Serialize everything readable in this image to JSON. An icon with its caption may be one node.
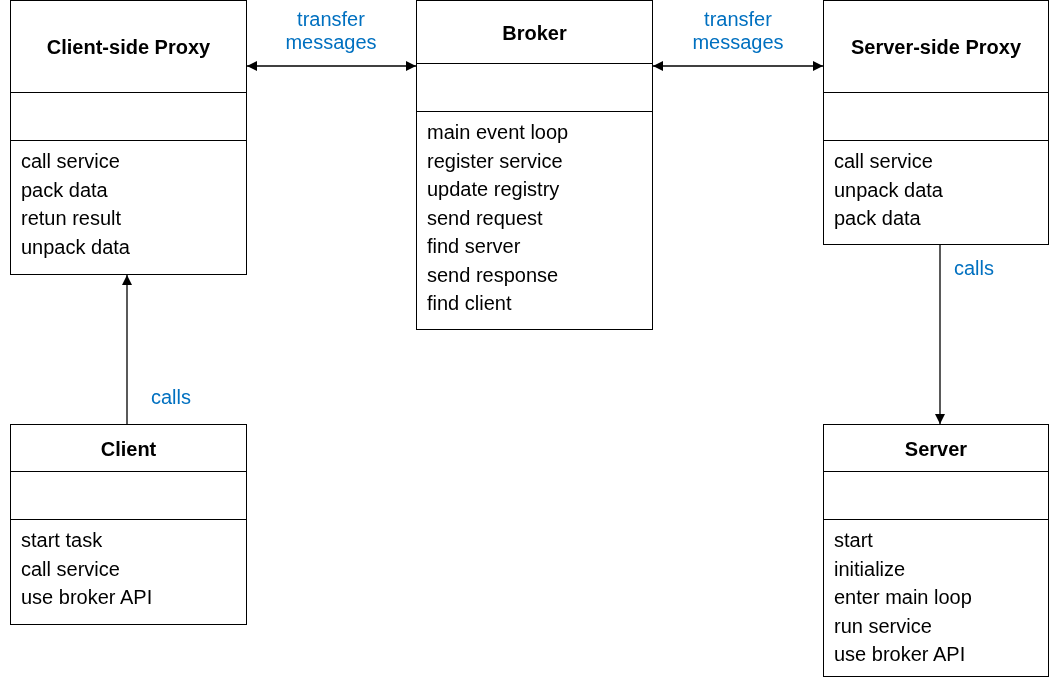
{
  "diagram": {
    "nodes": [
      {
        "text": [
          "Client-side Proxy",
          "call service",
          "pack data",
          "retun result",
          "unpack data"
        ]
      },
      {
        "text": [
          "Broker",
          "main event loop",
          "register service",
          "update registry",
          "send request",
          "find server",
          "send response",
          "find client"
        ]
      },
      {
        "text": [
          "Server-side Proxy",
          "call service",
          "unpack data",
          "pack data"
        ]
      },
      {
        "text": [
          "Client",
          "start task",
          "call service",
          "use broker API"
        ]
      },
      {
        "text": [
          "Server",
          "start",
          "initialize",
          "enter main loop",
          "run service",
          "use broker API"
        ]
      }
    ],
    "edges": [
      {
        "from": 3,
        "to": 0,
        "arrow": "to",
        "label": "calls"
      },
      {
        "from": 0,
        "to": 1,
        "arrow": "both",
        "label": "transfer messages"
      },
      {
        "from": 1,
        "to": 2,
        "arrow": "both",
        "label": "transfer messages"
      },
      {
        "from": 2,
        "to": 4,
        "arrow": "to",
        "label": "calls"
      }
    ]
  }
}
